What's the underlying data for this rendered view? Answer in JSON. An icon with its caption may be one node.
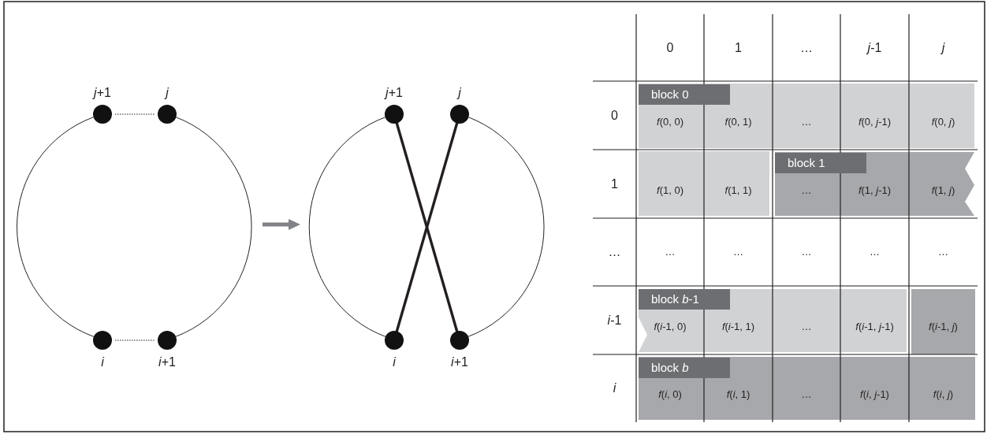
{
  "diagram": {
    "nodes": [
      {
        "text": [],
        "shape": "circle",
        "beside": [
          "*j*+1"
        ]
      },
      {
        "text": [],
        "shape": "circle",
        "beside": [
          "*j*"
        ]
      },
      {
        "text": [],
        "shape": "circle",
        "beside": [
          "*i*"
        ]
      },
      {
        "text": [],
        "shape": "circle",
        "beside": [
          "*i*+1"
        ]
      },
      {
        "text": [],
        "shape": "circle",
        "beside": [
          "*j*+1"
        ]
      },
      {
        "text": [],
        "shape": "circle",
        "beside": [
          "*j*"
        ]
      },
      {
        "text": [],
        "shape": "circle",
        "beside": [
          "*i*"
        ]
      },
      {
        "text": [],
        "shape": "circle",
        "beside": [
          "*i*+1"
        ]
      }
    ],
    "edges": [
      {
        "from": 0,
        "to": 1,
        "arrow": "none",
        "style": "dashed"
      },
      {
        "from": 0,
        "to": 2,
        "arrow": "none"
      },
      {
        "from": 1,
        "to": 3,
        "arrow": "none"
      },
      {
        "from": 2,
        "to": 3,
        "arrow": "none",
        "style": "dashed"
      },
      {
        "from": 4,
        "to": 6,
        "arrow": "none"
      },
      {
        "from": 4,
        "to": 7,
        "arrow": "none",
        "style": "thick"
      },
      {
        "from": 5,
        "to": 6,
        "arrow": "none",
        "style": "thick"
      },
      {
        "from": 5,
        "to": 7,
        "arrow": "none"
      }
    ],
    "labels": [
      "0",
      "1",
      "…",
      "*j*-1",
      "*j*",
      "0",
      "block 0",
      "*f*(0, 0)",
      "*f*(0, 1)",
      "…",
      "*f*(0, *j*-1)",
      "*f*(0, *j*)",
      "1",
      "block 1",
      "*f*(1, 0)",
      "*f*(1, 1)",
      "…",
      "*f*(1, *j*-1)",
      "*f*(1, *j*)",
      "…",
      "…",
      "…",
      "…",
      "…",
      "…",
      "*i*-1",
      "block *b*-1",
      "*f*(*i*-1, 0)",
      "*f*(*i*-1, 1)",
      "…",
      "*f*(*i*-1, *j*-1)",
      "*f*(*i*-1, *j*)",
      "*i*",
      "block *b*",
      "*f*(*i*, 0)",
      "*f*(*i*, 1)",
      "…",
      "*f*(*i*, *j*-1)",
      "*f*(*i*, *j*)"
    ]
  }
}
